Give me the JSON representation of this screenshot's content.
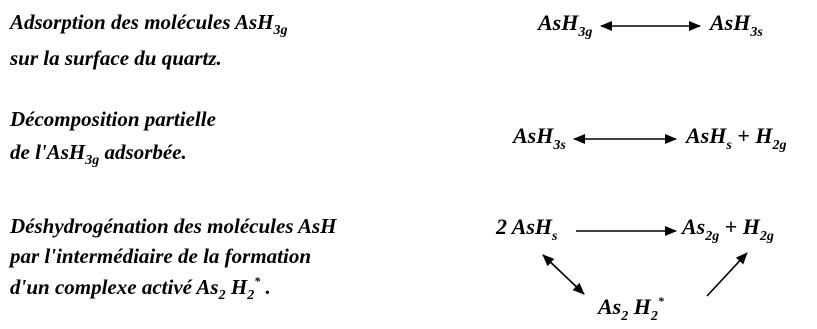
{
  "steps": [
    {
      "line1": {
        "text": "Adsorption des molécules AsH",
        "sub": "3g"
      },
      "line2": {
        "text": "sur la surface du quartz."
      },
      "equation": {
        "left": {
          "base": "AsH",
          "sub": "3g"
        },
        "right": {
          "base": "AsH",
          "sub": "3s"
        }
      }
    },
    {
      "line1": {
        "text": "Décomposition partielle"
      },
      "line2": {
        "pre": "de  l'AsH",
        "sub": "3g",
        "post": " adsorbée."
      },
      "equation": {
        "left": {
          "base": "AsH",
          "sub": "3s"
        },
        "right1": {
          "base": "AsH",
          "sub": "s"
        },
        "plus": "+",
        "right2": {
          "base": "H",
          "sub": "2g"
        }
      }
    },
    {
      "line1": {
        "text": "Déshydrogénation des molécules AsH"
      },
      "line2": {
        "text": "par l'intermédiaire de la formation"
      },
      "line3": {
        "pre": "d'un complexe activé As",
        "sub1": "2",
        "mid": "  H",
        "sub2": "2",
        "sup": "*",
        "post": "  ."
      },
      "equation": {
        "left": {
          "coef": "2 ",
          "base": "AsH",
          "sub": "s"
        },
        "right1": {
          "base": "As",
          "sub": "2g"
        },
        "plus": " +  ",
        "right2": {
          "base": "H",
          "sub": "2g"
        },
        "bottom": {
          "base1": "As",
          "sub1": "2",
          "base2": "  H",
          "sub2": "2",
          "sup": "*"
        }
      }
    }
  ]
}
